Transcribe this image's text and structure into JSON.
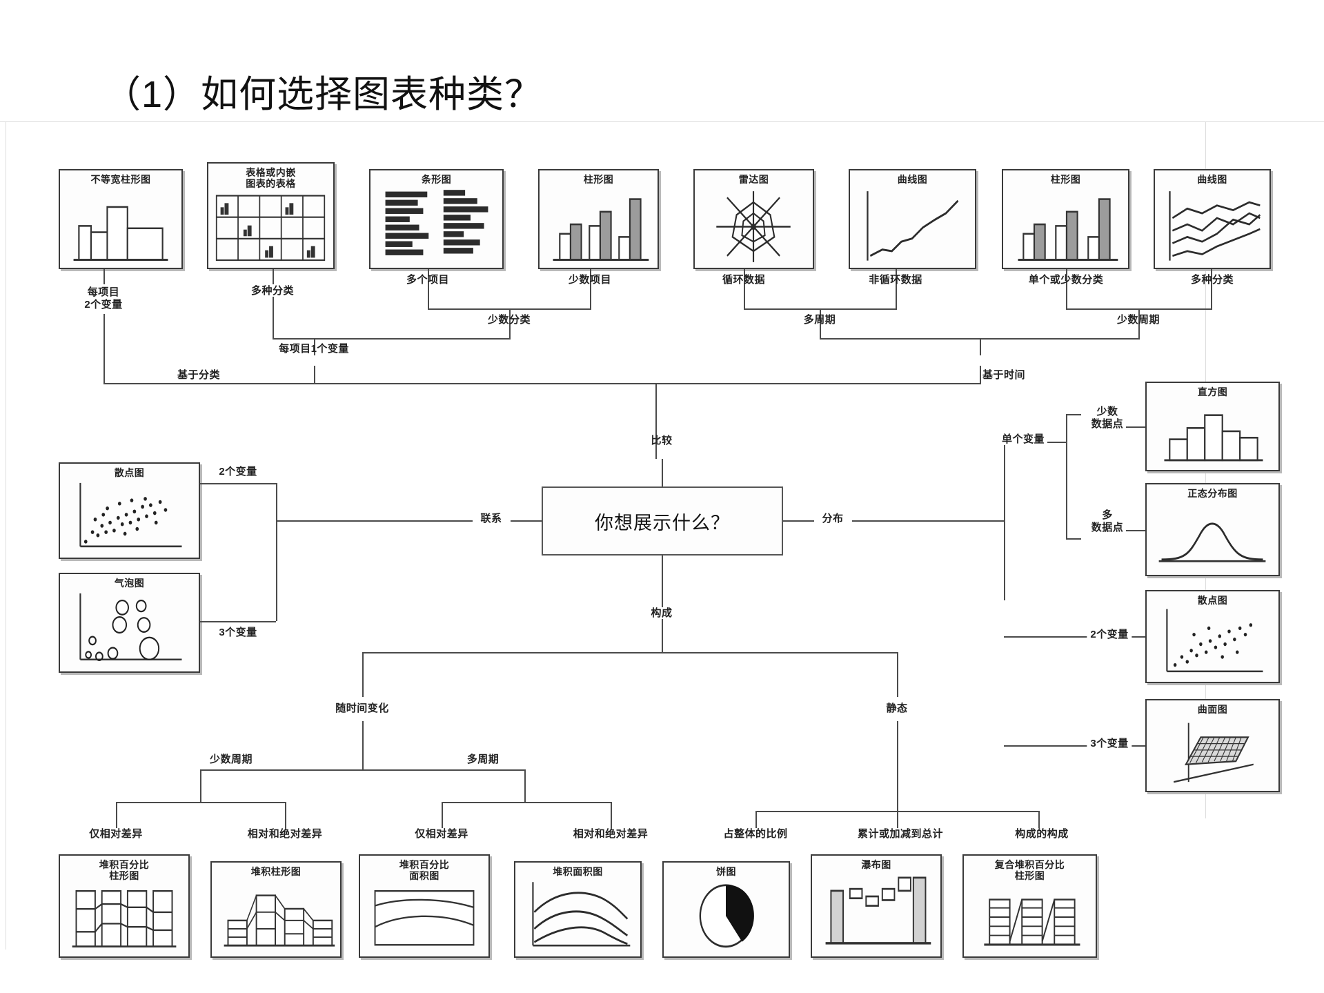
{
  "slide": {
    "title": "（1）如何选择图表种类？"
  },
  "center": {
    "question": "你想展示什么？",
    "branch_top": "比较",
    "branch_left": "联系",
    "branch_right": "分布",
    "branch_bottom": "构成"
  },
  "charts": {
    "variable_width_column": "不等宽柱形图",
    "table_with_charts": "表格或内嵌\n图表的表格",
    "table_with_charts_line1": "表格或内嵌",
    "table_with_charts_line2": "图表的表格",
    "bar_chart": "条形图",
    "column_chart": "柱形图",
    "radar_chart": "雷达图",
    "line_chart": "曲线图",
    "column_chart_2": "柱形图",
    "line_chart_2": "曲线图",
    "scatter_left": "散点图",
    "bubble": "气泡图",
    "histogram": "直方图",
    "normal_distribution": "正态分布图",
    "scatter_right": "散点图",
    "surface": "曲面图",
    "stacked_pct_column_l1": "堆积百分比",
    "stacked_pct_column_l2": "柱形图",
    "stacked_column": "堆积柱形图",
    "stacked_pct_area_l1": "堆积百分比",
    "stacked_pct_area_l2": "面积图",
    "stacked_area": "堆积面积图",
    "pie": "饼图",
    "waterfall": "瀑布图",
    "composite_stacked_pct_column_l1": "复合堆积百分比",
    "composite_stacked_pct_column_l2": "柱形图"
  },
  "labels": {
    "per_item_two_vars_l1": "每项目",
    "per_item_two_vars_l2": "2个变量",
    "many_categories": "多种分类",
    "many_items": "多个项目",
    "few_items": "少数项目",
    "few_categories": "少数分类",
    "per_item_one_var": "每项目1个变量",
    "cyclic_data": "循环数据",
    "noncyclic_data": "非循环数据",
    "many_periods_top": "多周期",
    "single_or_few_categories": "单个或少数分类",
    "many_categories_right": "多种分类",
    "few_periods_top": "少数周期",
    "among_categories": "基于分类",
    "among_time": "基于时间",
    "two_vars_left": "2个变量",
    "three_vars_left": "3个变量",
    "single_var": "单个变量",
    "few_data_points_l1": "少数",
    "few_data_points_l2": "数据点",
    "many_data_points_l1": "多",
    "many_data_points_l2": "数据点",
    "two_vars_right": "2个变量",
    "three_vars_right": "3个变量",
    "over_time": "随时间变化",
    "static": "静态",
    "few_periods_bottom": "少数周期",
    "many_periods_bottom": "多周期",
    "relative_only_a": "仅相对差异",
    "relative_and_absolute_a": "相对和绝对差异",
    "relative_only_b": "仅相对差异",
    "relative_and_absolute_b": "相对和绝对差异",
    "share_of_total": "占整体的比例",
    "accumulation": "累计或加减到总计",
    "composition_of_composition": "构成的构成"
  }
}
